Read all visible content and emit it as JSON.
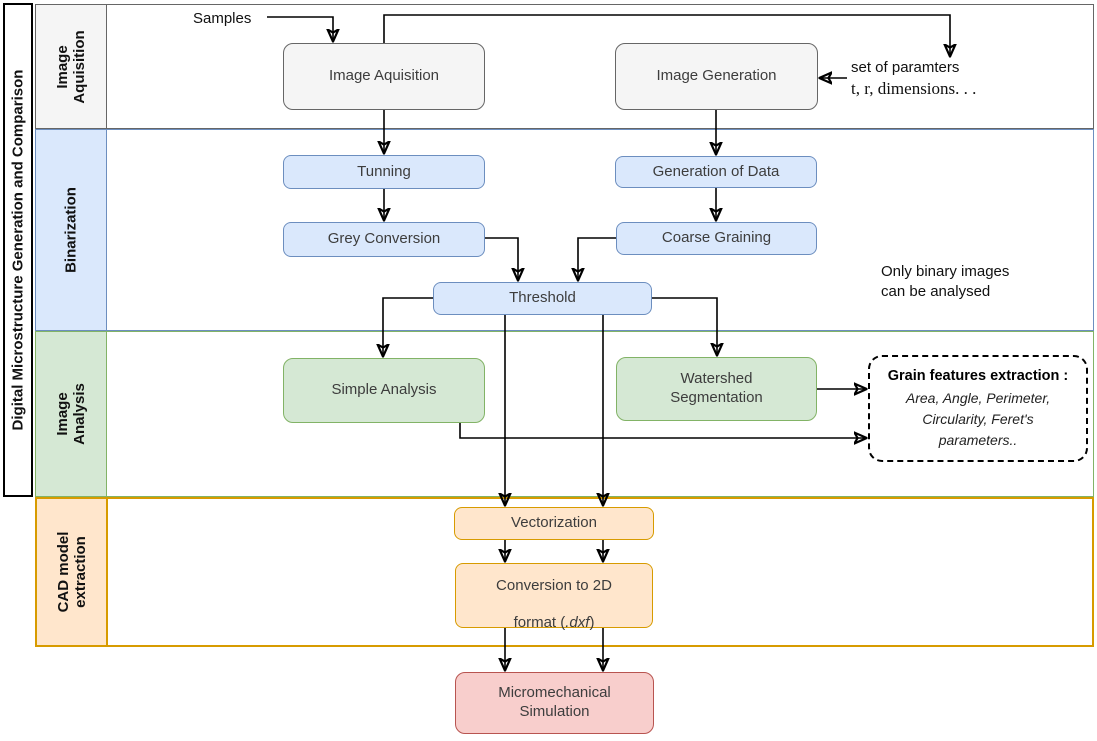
{
  "diagram_title": "Digital Microstructure Generation and Comparison",
  "lanes": [
    {
      "label": "Image\nAquisition",
      "fill": "#F5F5F5",
      "stroke": "#666666"
    },
    {
      "label": "Binarization",
      "fill": "#DAE8FC",
      "stroke": "#6C8EBF"
    },
    {
      "label": "Image\nAnalysis",
      "fill": "#D5E8D4",
      "stroke": "#82B366"
    },
    {
      "label": "CAD model\nextraction",
      "fill": "#FFE6CC",
      "stroke": "#D79B00"
    }
  ],
  "nodes": {
    "image_acquisition": {
      "label": "Image Aquisition"
    },
    "image_generation": {
      "label": "Image Generation"
    },
    "tunning": {
      "label": "Tunning"
    },
    "generation_of_data": {
      "label": "Generation of Data"
    },
    "grey_conversion": {
      "label": "Grey Conversion"
    },
    "coarse_graining": {
      "label": "Coarse Graining"
    },
    "threshold": {
      "label": "Threshold"
    },
    "simple_analysis": {
      "label": "Simple Analysis"
    },
    "watershed_segmentation": {
      "label": "Watershed\nSegmentation"
    },
    "grain_features": {
      "title": "Grain features extraction :",
      "lines": [
        "Area, Angle, Perimeter,",
        "Circularity, Feret's",
        "parameters.."
      ]
    },
    "vectorization": {
      "label": "Vectorization"
    },
    "conversion_2d": {
      "line1": "Conversion to 2D",
      "line2_prefix": "format (",
      "line2_italic": ".dxf",
      "line2_suffix": ")"
    },
    "micromechanical_simulation": {
      "label": "Micromechanical\nSimulation"
    }
  },
  "annotations": {
    "samples": "Samples",
    "set_of_parameters_line1": "set of paramters",
    "set_of_parameters_line2": "t, r, dimensions. . .",
    "only_binary_line1": "Only binary images",
    "only_binary_line2": "can be analysed"
  },
  "colors": {
    "gray_fill": "#F5F5F5",
    "gray_stroke": "#666666",
    "blue_fill": "#DAE8FC",
    "blue_stroke": "#6C8EBF",
    "green_fill": "#D5E8D4",
    "green_stroke": "#82B366",
    "orange_fill": "#FFE6CC",
    "orange_stroke": "#D79B00",
    "red_fill": "#F8CECC",
    "red_stroke": "#B85450",
    "arrow": "#000000"
  }
}
